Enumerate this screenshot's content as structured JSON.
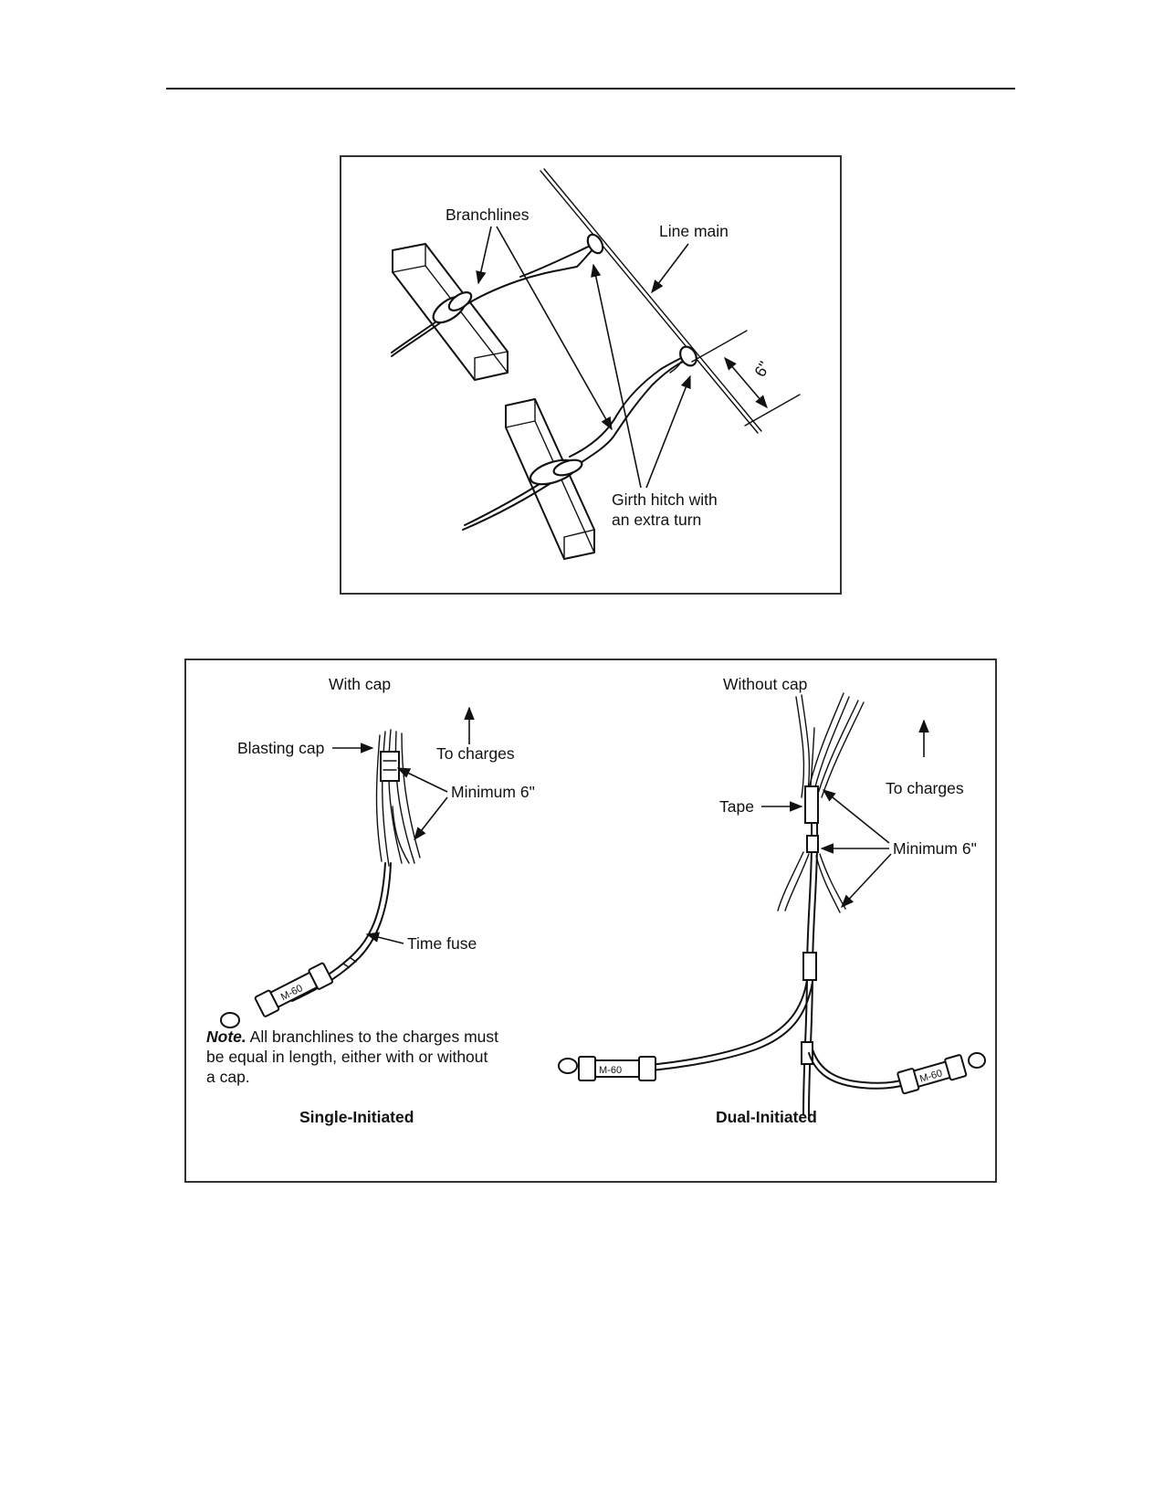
{
  "figure1": {
    "labels": {
      "branchlines": "Branchlines",
      "line_main": "Line main",
      "dimension": "6\"",
      "girth_line1": "Girth hitch with",
      "girth_line2": "an extra turn"
    }
  },
  "figure2": {
    "left": {
      "heading": "With cap",
      "blasting_cap": "Blasting cap",
      "to_charges": "To charges",
      "minimum": "Minimum 6\"",
      "time_fuse": "Time fuse",
      "igniter_text": "M-60",
      "caption": "Single-Initiated"
    },
    "right": {
      "heading": "Without cap",
      "tape": "Tape",
      "to_charges": "To charges",
      "minimum": "Minimum 6\"",
      "igniter_text": "M-60",
      "caption": "Dual-Initiated"
    },
    "note": {
      "label": "Note.",
      "line1_rest": " All branchlines to the charges must",
      "line2": "be equal in length, either with or without",
      "line3": "a cap."
    }
  }
}
